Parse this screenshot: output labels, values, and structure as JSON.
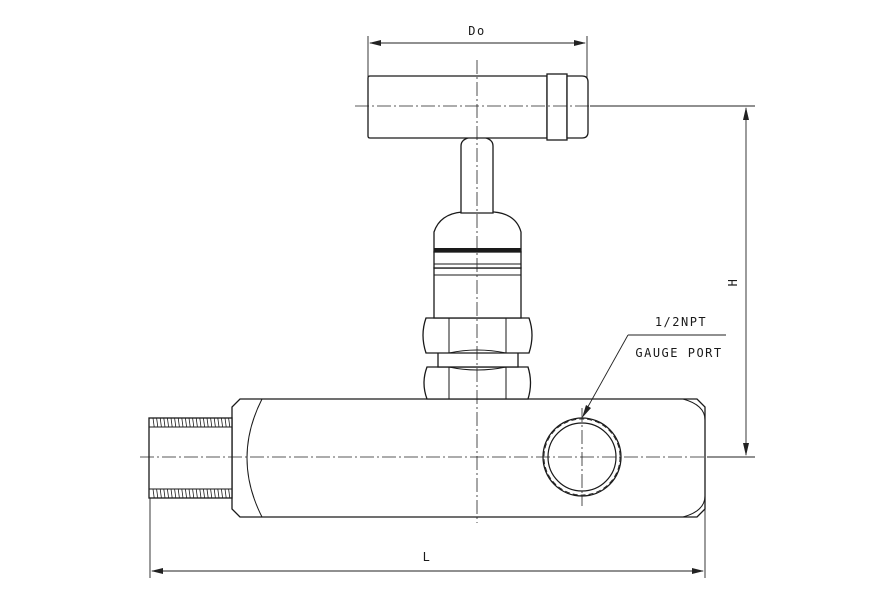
{
  "drawing": {
    "dimension_top": "Do",
    "dimension_height": "H",
    "dimension_length": "L",
    "port_size": "1/2NPT",
    "port_name": "GAUGE PORT"
  },
  "colors": {
    "line": "#1a1a1a",
    "background": "#ffffff"
  }
}
